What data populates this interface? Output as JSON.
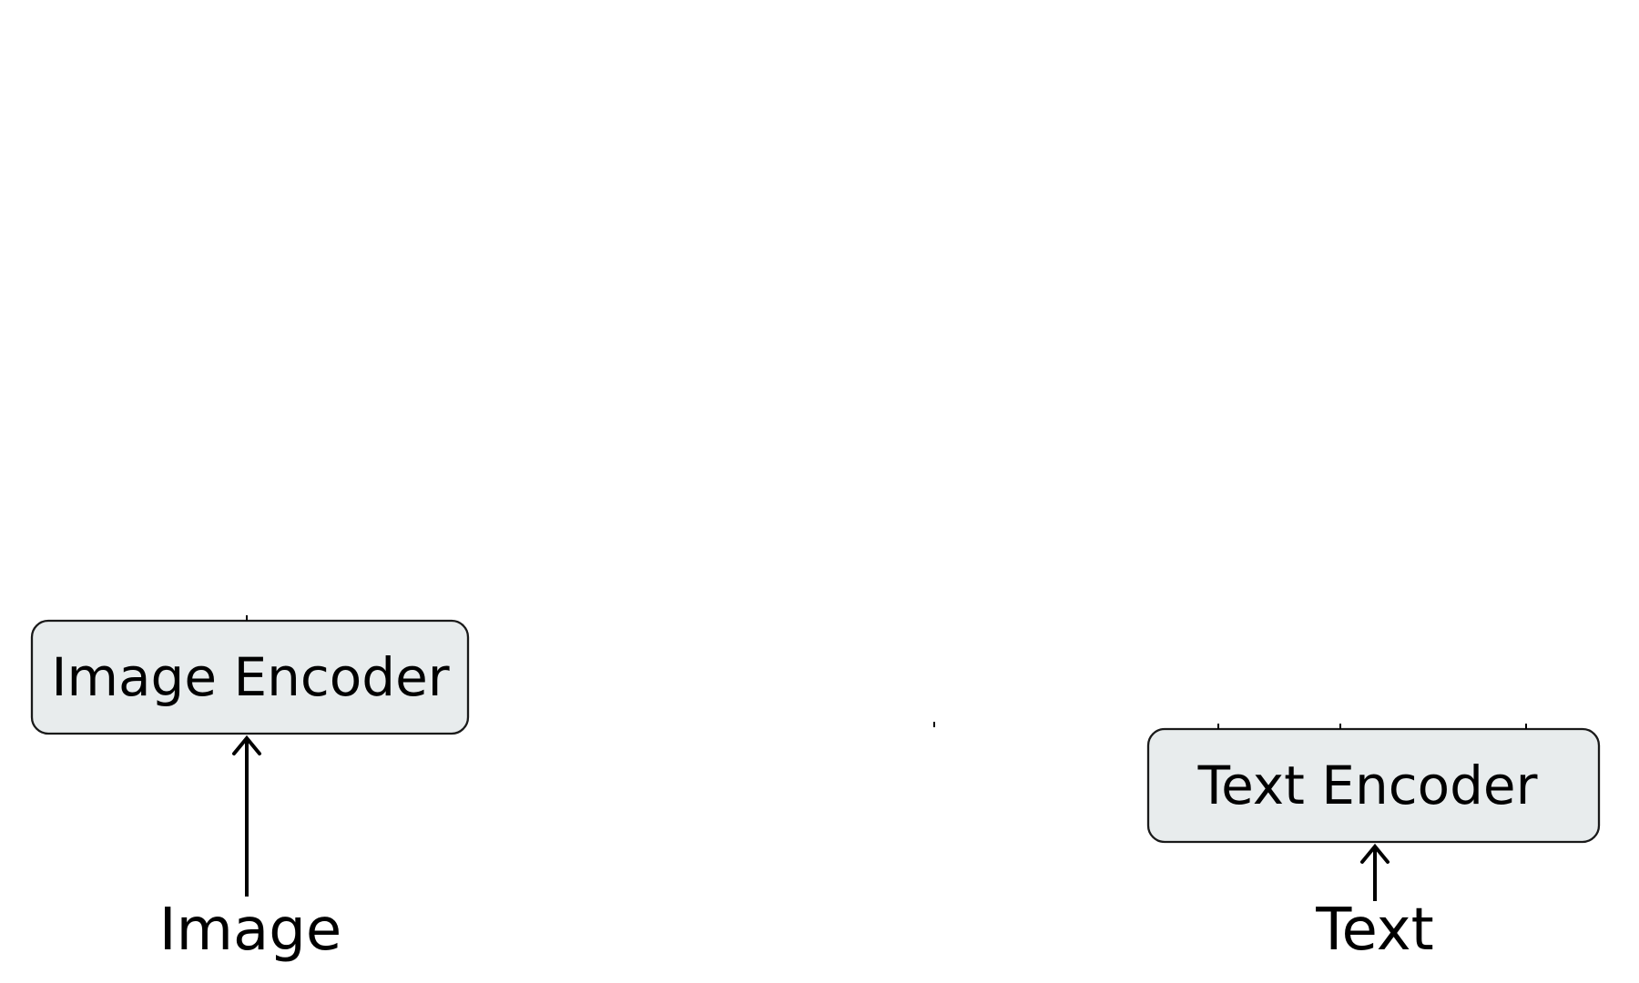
{
  "diagram": {
    "image_encoder": {
      "label": "Image Encoder"
    },
    "text_encoder": {
      "label": "Text Encoder"
    },
    "image_input": {
      "label": "Image"
    },
    "text_input": {
      "label": "Text"
    },
    "colors": {
      "box_fill": "#e8eced",
      "box_stroke": "#1a1a1a",
      "text": "#000000",
      "background": "#ffffff"
    }
  }
}
